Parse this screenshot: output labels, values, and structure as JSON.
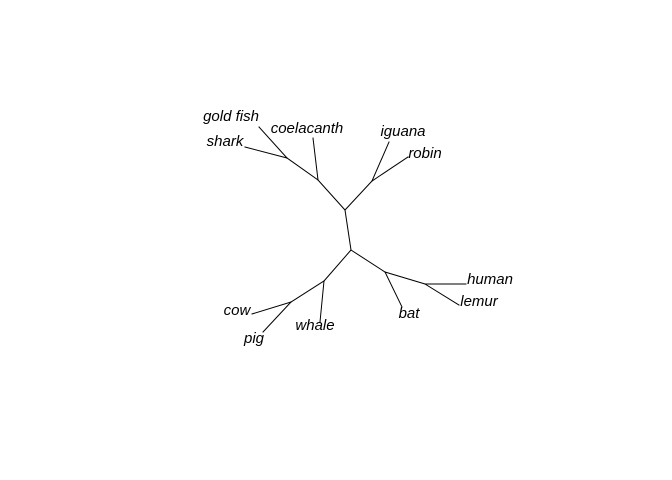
{
  "tree": {
    "type": "unrooted-phylogeny",
    "line_color": "#000000",
    "tips": [
      {
        "id": "goldfish",
        "label": "gold fish"
      },
      {
        "id": "shark",
        "label": "shark"
      },
      {
        "id": "coelacanth",
        "label": "coelacanth"
      },
      {
        "id": "iguana",
        "label": "iguana"
      },
      {
        "id": "robin",
        "label": "robin"
      },
      {
        "id": "human",
        "label": "human"
      },
      {
        "id": "lemur",
        "label": "lemur"
      },
      {
        "id": "bat",
        "label": "bat"
      },
      {
        "id": "whale",
        "label": "whale"
      },
      {
        "id": "cow",
        "label": "cow"
      },
      {
        "id": "pig",
        "label": "pig"
      }
    ],
    "edges": [
      [
        "root_up",
        "root_down"
      ],
      [
        "root_up",
        "fish_group"
      ],
      [
        "root_up",
        "bird_reptile"
      ],
      [
        "fish_group",
        "goldfish_shark"
      ],
      [
        "fish_group",
        "coelacanth"
      ],
      [
        "goldfish_shark",
        "goldfish"
      ],
      [
        "goldfish_shark",
        "shark"
      ],
      [
        "bird_reptile",
        "iguana"
      ],
      [
        "bird_reptile",
        "robin"
      ],
      [
        "root_down",
        "primate_bat"
      ],
      [
        "root_down",
        "ungulate_group"
      ],
      [
        "primate_bat",
        "primates"
      ],
      [
        "primate_bat",
        "bat"
      ],
      [
        "primates",
        "human"
      ],
      [
        "primates",
        "lemur"
      ],
      [
        "ungulate_group",
        "cow_pig"
      ],
      [
        "ungulate_group",
        "whale"
      ],
      [
        "cow_pig",
        "cow"
      ],
      [
        "cow_pig",
        "pig"
      ]
    ]
  }
}
